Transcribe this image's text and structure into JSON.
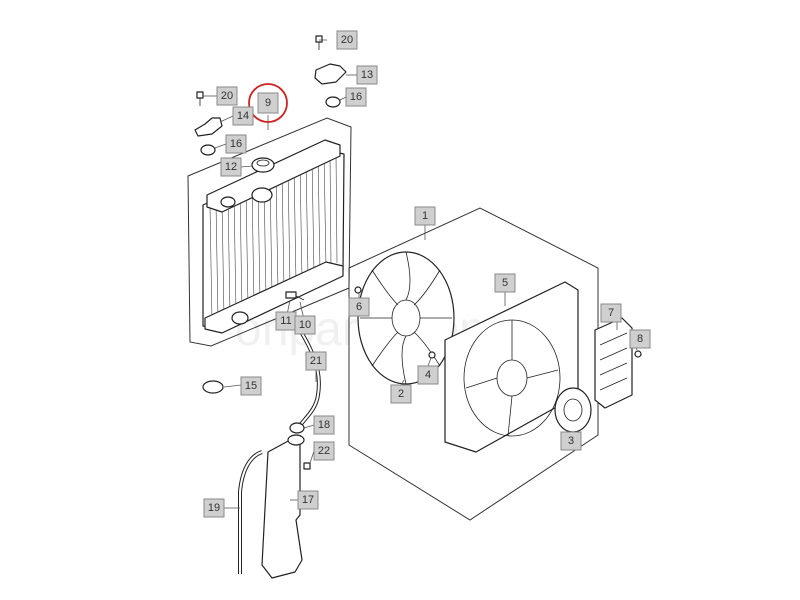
{
  "diagram": {
    "watermark": "onparts.com",
    "highlight_color": "#cc2222",
    "callouts": {
      "c20a": "20",
      "c13": "13",
      "c16a": "16",
      "c20b": "20",
      "c9": "9",
      "c14": "14",
      "c16b": "16",
      "c12": "12",
      "c1": "1",
      "c5": "5",
      "c6": "6",
      "c7": "7",
      "c8": "8",
      "c11": "11",
      "c10": "10",
      "c21": "21",
      "c4": "4",
      "c2": "2",
      "c15": "15",
      "c18": "18",
      "c3": "3",
      "c22": "22",
      "c17": "17",
      "c19": "19"
    }
  }
}
